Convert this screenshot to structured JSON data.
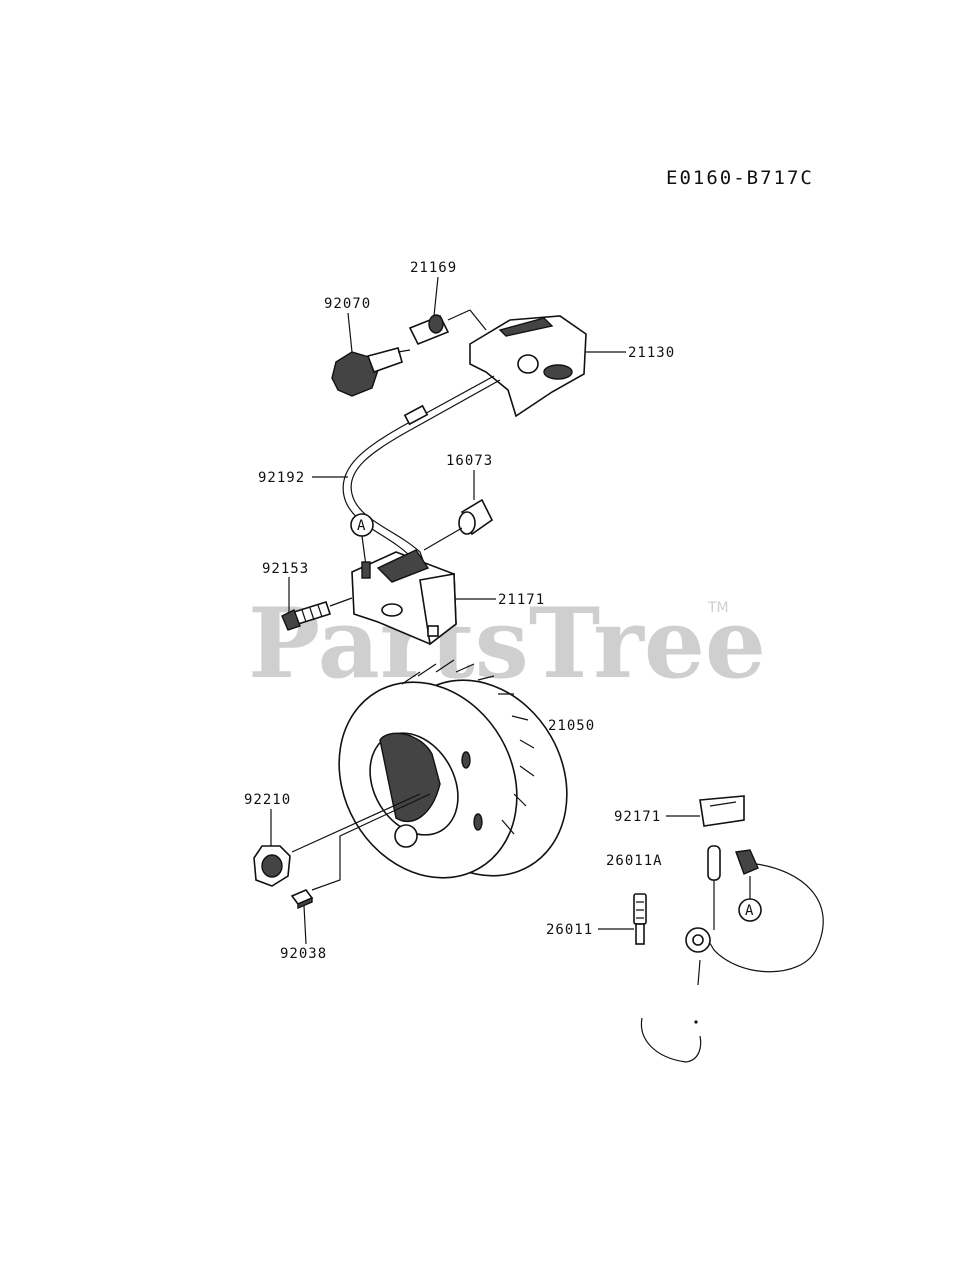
{
  "diagram_code": "E0160-B717C",
  "watermark": {
    "text": "PartsTree",
    "trademark": "TM"
  },
  "marker": "A",
  "parts": {
    "p92070": "92070",
    "p21169": "21169",
    "p21130": "21130",
    "p92192": "92192",
    "p16073": "16073",
    "p92153": "92153",
    "p21171": "21171",
    "p21050": "21050",
    "p92210": "92210",
    "p92038": "92038",
    "p92171": "92171",
    "p26011A": "26011A",
    "p26011": "26011"
  }
}
